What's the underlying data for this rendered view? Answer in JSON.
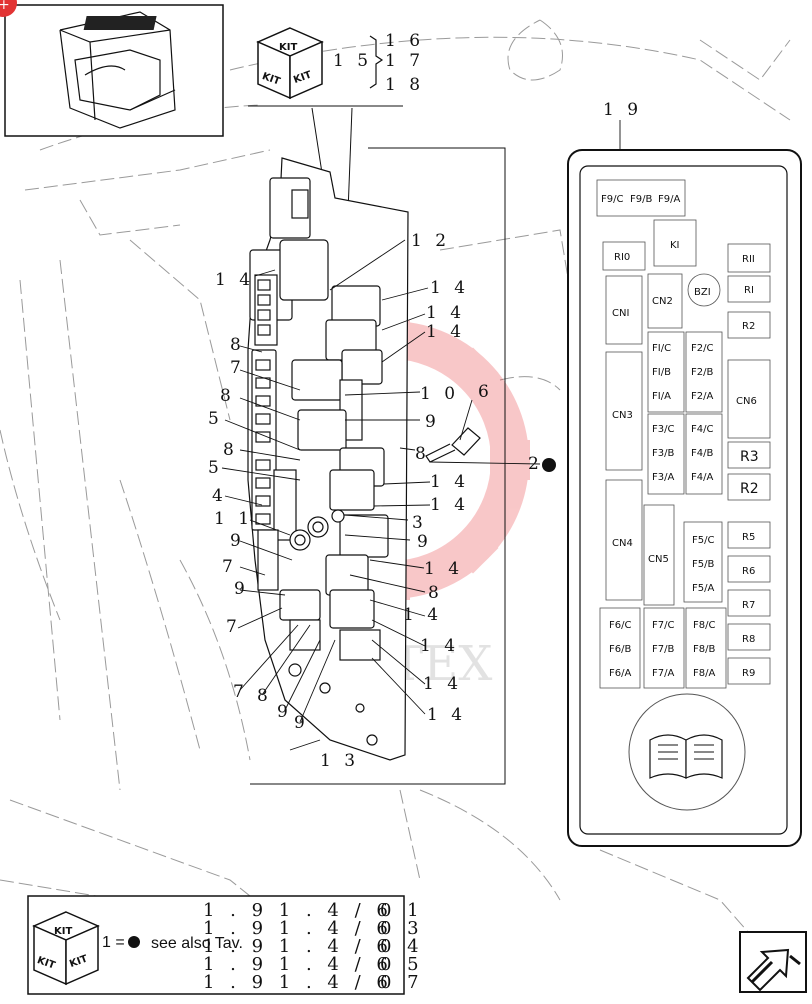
{
  "inset_tag": "+",
  "kit_word": "KIT",
  "callouts": {
    "c1_prefix": "1 5",
    "c16": "1 6",
    "c17": "1 7",
    "c18": "1 8",
    "c19": "1 9",
    "c12": "1 2",
    "c14": "1 4",
    "c10": "1 0",
    "c11": "1 1",
    "c13": "1 3",
    "c2": "2",
    "c3": "3",
    "c4": "4",
    "c5": "5",
    "c6": "6",
    "c7": "7",
    "c8": "8",
    "c9": "9"
  },
  "fuse_panel": {
    "f9": [
      "F9/C",
      "F9/B",
      "F9/A"
    ],
    "ki": "KI",
    "r10": "RI0",
    "r11": "RII",
    "r1": "RI",
    "r2": "R2",
    "bz1": "BZI",
    "cn1": "CNI",
    "cn2": "CN2",
    "cn3": "CN3",
    "cn4": "CN4",
    "cn5": "CN5",
    "cn6": "CN6",
    "f1": [
      "FI/C",
      "FI/B",
      "FI/A"
    ],
    "f2": [
      "F2/C",
      "F2/B",
      "F2/A"
    ],
    "f3": [
      "F3/C",
      "F3/B",
      "F3/A"
    ],
    "f4": [
      "F4/C",
      "F4/B",
      "F4/A"
    ],
    "f5": [
      "F5/C",
      "F5/B",
      "F5/A"
    ],
    "f6": [
      "F6/C",
      "F6/B",
      "F6/A"
    ],
    "f7": [
      "F7/C",
      "F7/B",
      "F7/A"
    ],
    "f8": [
      "F8/C",
      "F8/B",
      "F8/A"
    ],
    "r3": "R3",
    "r2b": "R2",
    "r5": "R5",
    "r6": "R6",
    "r7": "R7",
    "r8": "R8",
    "r9": "R9"
  },
  "legend": {
    "eq": "1 =",
    "note": "see also Tav.",
    "refs": [
      "1 . 9 1 . 4 / 6",
      "1 . 9 1 . 4 / 6",
      "1 . 9 1 . 4 / 6",
      "1 . 9 1 . 4 / 6",
      "1 . 9 1 . 4 / 6"
    ],
    "suffixes": [
      "0 1",
      "0 3",
      "0 4",
      "0 5",
      "0 7"
    ]
  },
  "watermark": "WHTEX",
  "colors": {
    "watermark": "#e8383d",
    "ink": "#111111",
    "ghost": "#9a9a9a"
  }
}
